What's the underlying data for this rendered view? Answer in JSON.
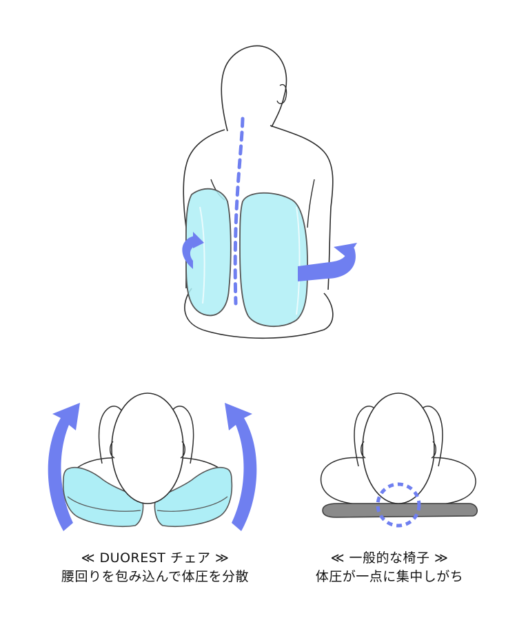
{
  "colors": {
    "outline": "#2b2b2b",
    "cushion_fill": "#aeeef6",
    "cushion_stroke": "#555555",
    "accent_blue": "#6f7ff0",
    "plain_chair": "#8a8a8a"
  },
  "icons": [
    "rotate-arrow-left-icon",
    "rotate-arrow-right-icon",
    "curved-up-arrow-left-icon",
    "curved-up-arrow-right-icon",
    "pressure-point-circle-icon"
  ],
  "left_panel": {
    "title": "≪ DUOREST チェア ≫",
    "description": "腰回りを包み込んで体圧を分散"
  },
  "right_panel": {
    "title": "≪ 一般的な椅子 ≫",
    "description": "体圧が一点に集中しがち"
  }
}
